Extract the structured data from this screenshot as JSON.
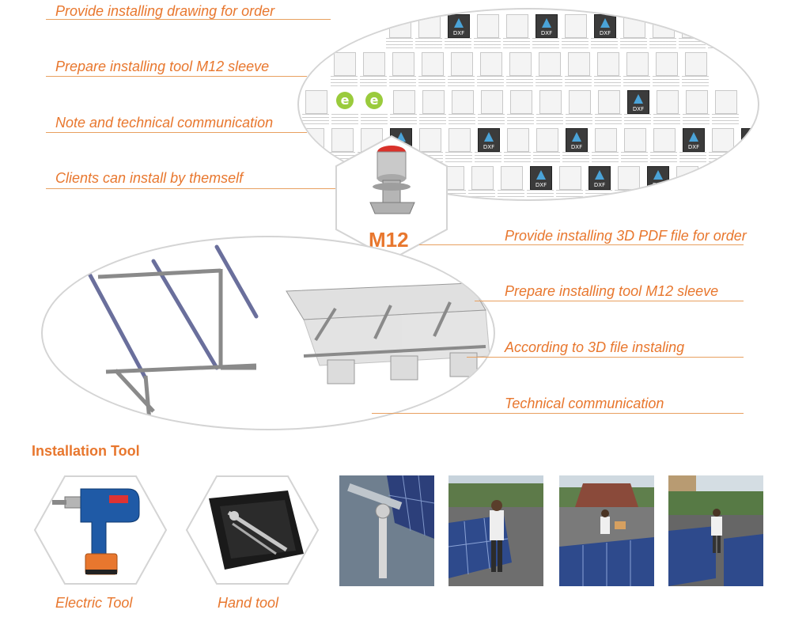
{
  "top_section": {
    "labels": [
      "Provide installing drawing for order",
      "Prepare installing tool M12 sleeve",
      "Note and technical communication",
      "Clients can install by themself"
    ],
    "file_icon_types": [
      "drawing",
      "dxf",
      "e-file"
    ]
  },
  "center_badge": {
    "text": "M12",
    "icon": "m12-bolt-sleeve-icon"
  },
  "middle_section": {
    "labels": [
      "Provide installing 3D PDF file for order",
      "Prepare installing tool M12 sleeve",
      "According to 3D file instaling",
      "Technical communication"
    ]
  },
  "tools_section": {
    "title": "Installation Tool",
    "tools": [
      {
        "caption": "Electric Tool",
        "icon": "impact-drill-icon"
      },
      {
        "caption": "Hand tool",
        "icon": "torque-wrench-case-icon"
      }
    ],
    "photos": [
      "rooftop-bolt-closeup",
      "rooftop-installer-1",
      "rooftop-installer-2",
      "rooftop-installer-3"
    ]
  },
  "colors": {
    "accent": "#e8772e",
    "line": "#e8a060",
    "frame": "#d4d4d4"
  }
}
